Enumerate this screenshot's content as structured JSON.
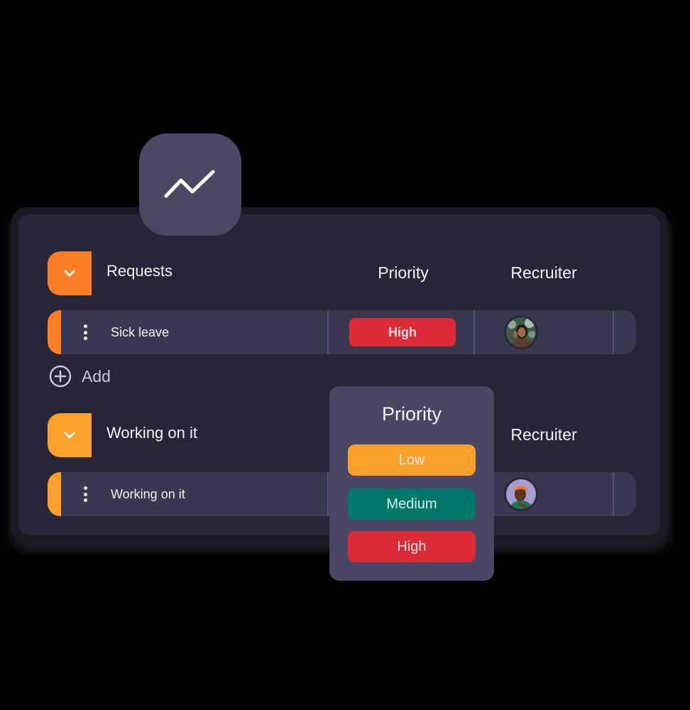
{
  "colors": {
    "background": "#000000",
    "board": "#272638",
    "row": "#3a3750",
    "tile": "#4a4863",
    "popover": "#4a4765",
    "accent_requests": "#fd7e24",
    "accent_working": "#fda02c",
    "priority_low": "#fda02c",
    "priority_medium": "#01786a",
    "priority_high": "#dc2b36",
    "divider": "#55527a"
  },
  "app_icon": {
    "icon": "trending-line-icon"
  },
  "columns": {
    "priority": "Priority",
    "recruiter": "Recruiter"
  },
  "groups": [
    {
      "title": "Requests",
      "toggle_icon": "chevron-down-icon",
      "columns": {
        "priority": "Priority",
        "recruiter": "Recruiter"
      },
      "rows": [
        {
          "label": "Sick leave",
          "priority": "High",
          "recruiter_avatar": "woman-portrait-avatar"
        }
      ],
      "add_label": "Add"
    },
    {
      "title": "Working on it",
      "toggle_icon": "chevron-down-icon",
      "columns": {
        "recruiter": "Recruiter"
      },
      "rows": [
        {
          "label": "Working on it",
          "recruiter_avatar": "man-orange-headband-avatar"
        }
      ]
    }
  ],
  "priority_popover": {
    "title": "Priority",
    "options": [
      {
        "label": "Low",
        "color": "#fda02c"
      },
      {
        "label": "Medium",
        "color": "#01786a"
      },
      {
        "label": "High",
        "color": "#dc2b36"
      }
    ]
  }
}
